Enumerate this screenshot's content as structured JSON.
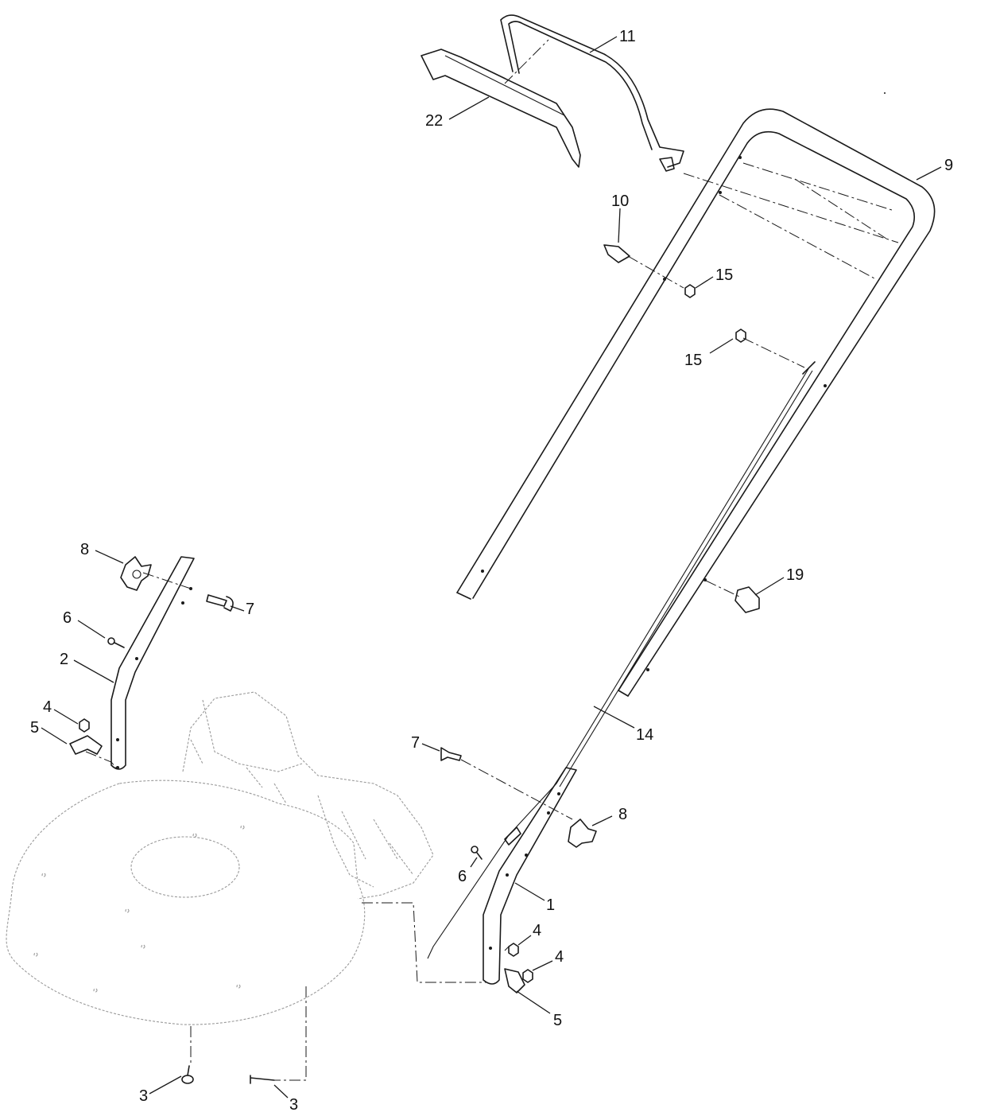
{
  "diagram": {
    "callouts": {
      "c1": "1",
      "c2": "2",
      "c3a": "3",
      "c3b": "3",
      "c4a": "4",
      "c4b": "4",
      "c4c": "4",
      "c5a": "5",
      "c5b": "5",
      "c6a": "6",
      "c6b": "6",
      "c7a": "7",
      "c7b": "7",
      "c8a": "8",
      "c8b": "8",
      "c9": "9",
      "c10": "10",
      "c11": "11",
      "c14": "14",
      "c15a": "15",
      "c15b": "15",
      "c19": "19",
      "c22": "22"
    }
  }
}
